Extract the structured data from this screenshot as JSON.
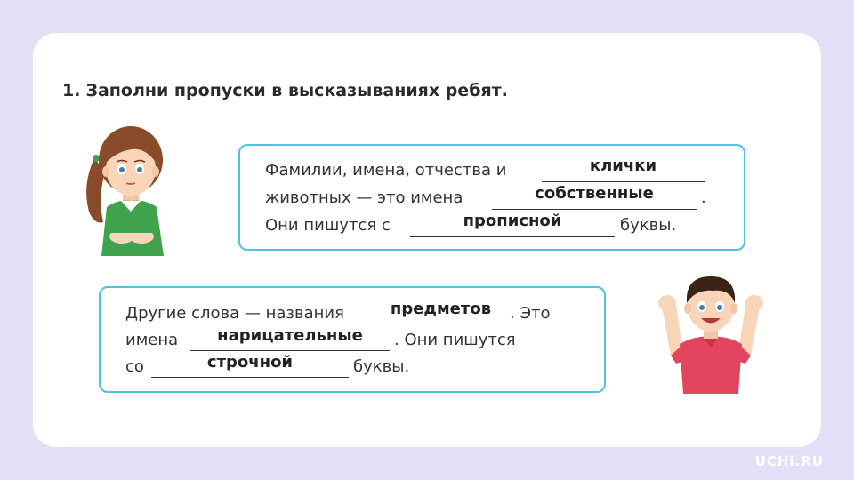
{
  "task": {
    "number": "1.",
    "title": "Заполни пропуски в высказываниях ребят."
  },
  "girl_statement": {
    "line1": "Фамилии, имена, отчества и",
    "line2_start": "животных — это имена",
    "line2_end": ".",
    "line3_start": "Они пишутся с",
    "line3_end": "буквы.",
    "answers": [
      "клички",
      "собственные",
      "прописной"
    ]
  },
  "boy_statement": {
    "line1_start": "Другие слова — названия",
    "line1_end": ". Это",
    "line2_start": "имена",
    "line2_end": ". Они пишутся",
    "line3_start": "со",
    "line3_end": "буквы.",
    "answers": [
      "предметов",
      "нарицательные",
      "строчной"
    ]
  },
  "logo": "UCHi.RU",
  "colors": {
    "background": "#e3dff7",
    "card": "#ffffff",
    "box_border": "#4ec3e0",
    "girl_shirt": "#3fa34d",
    "boy_shirt": "#e2455d"
  },
  "icons": [
    "girl-illustration",
    "boy-illustration"
  ]
}
